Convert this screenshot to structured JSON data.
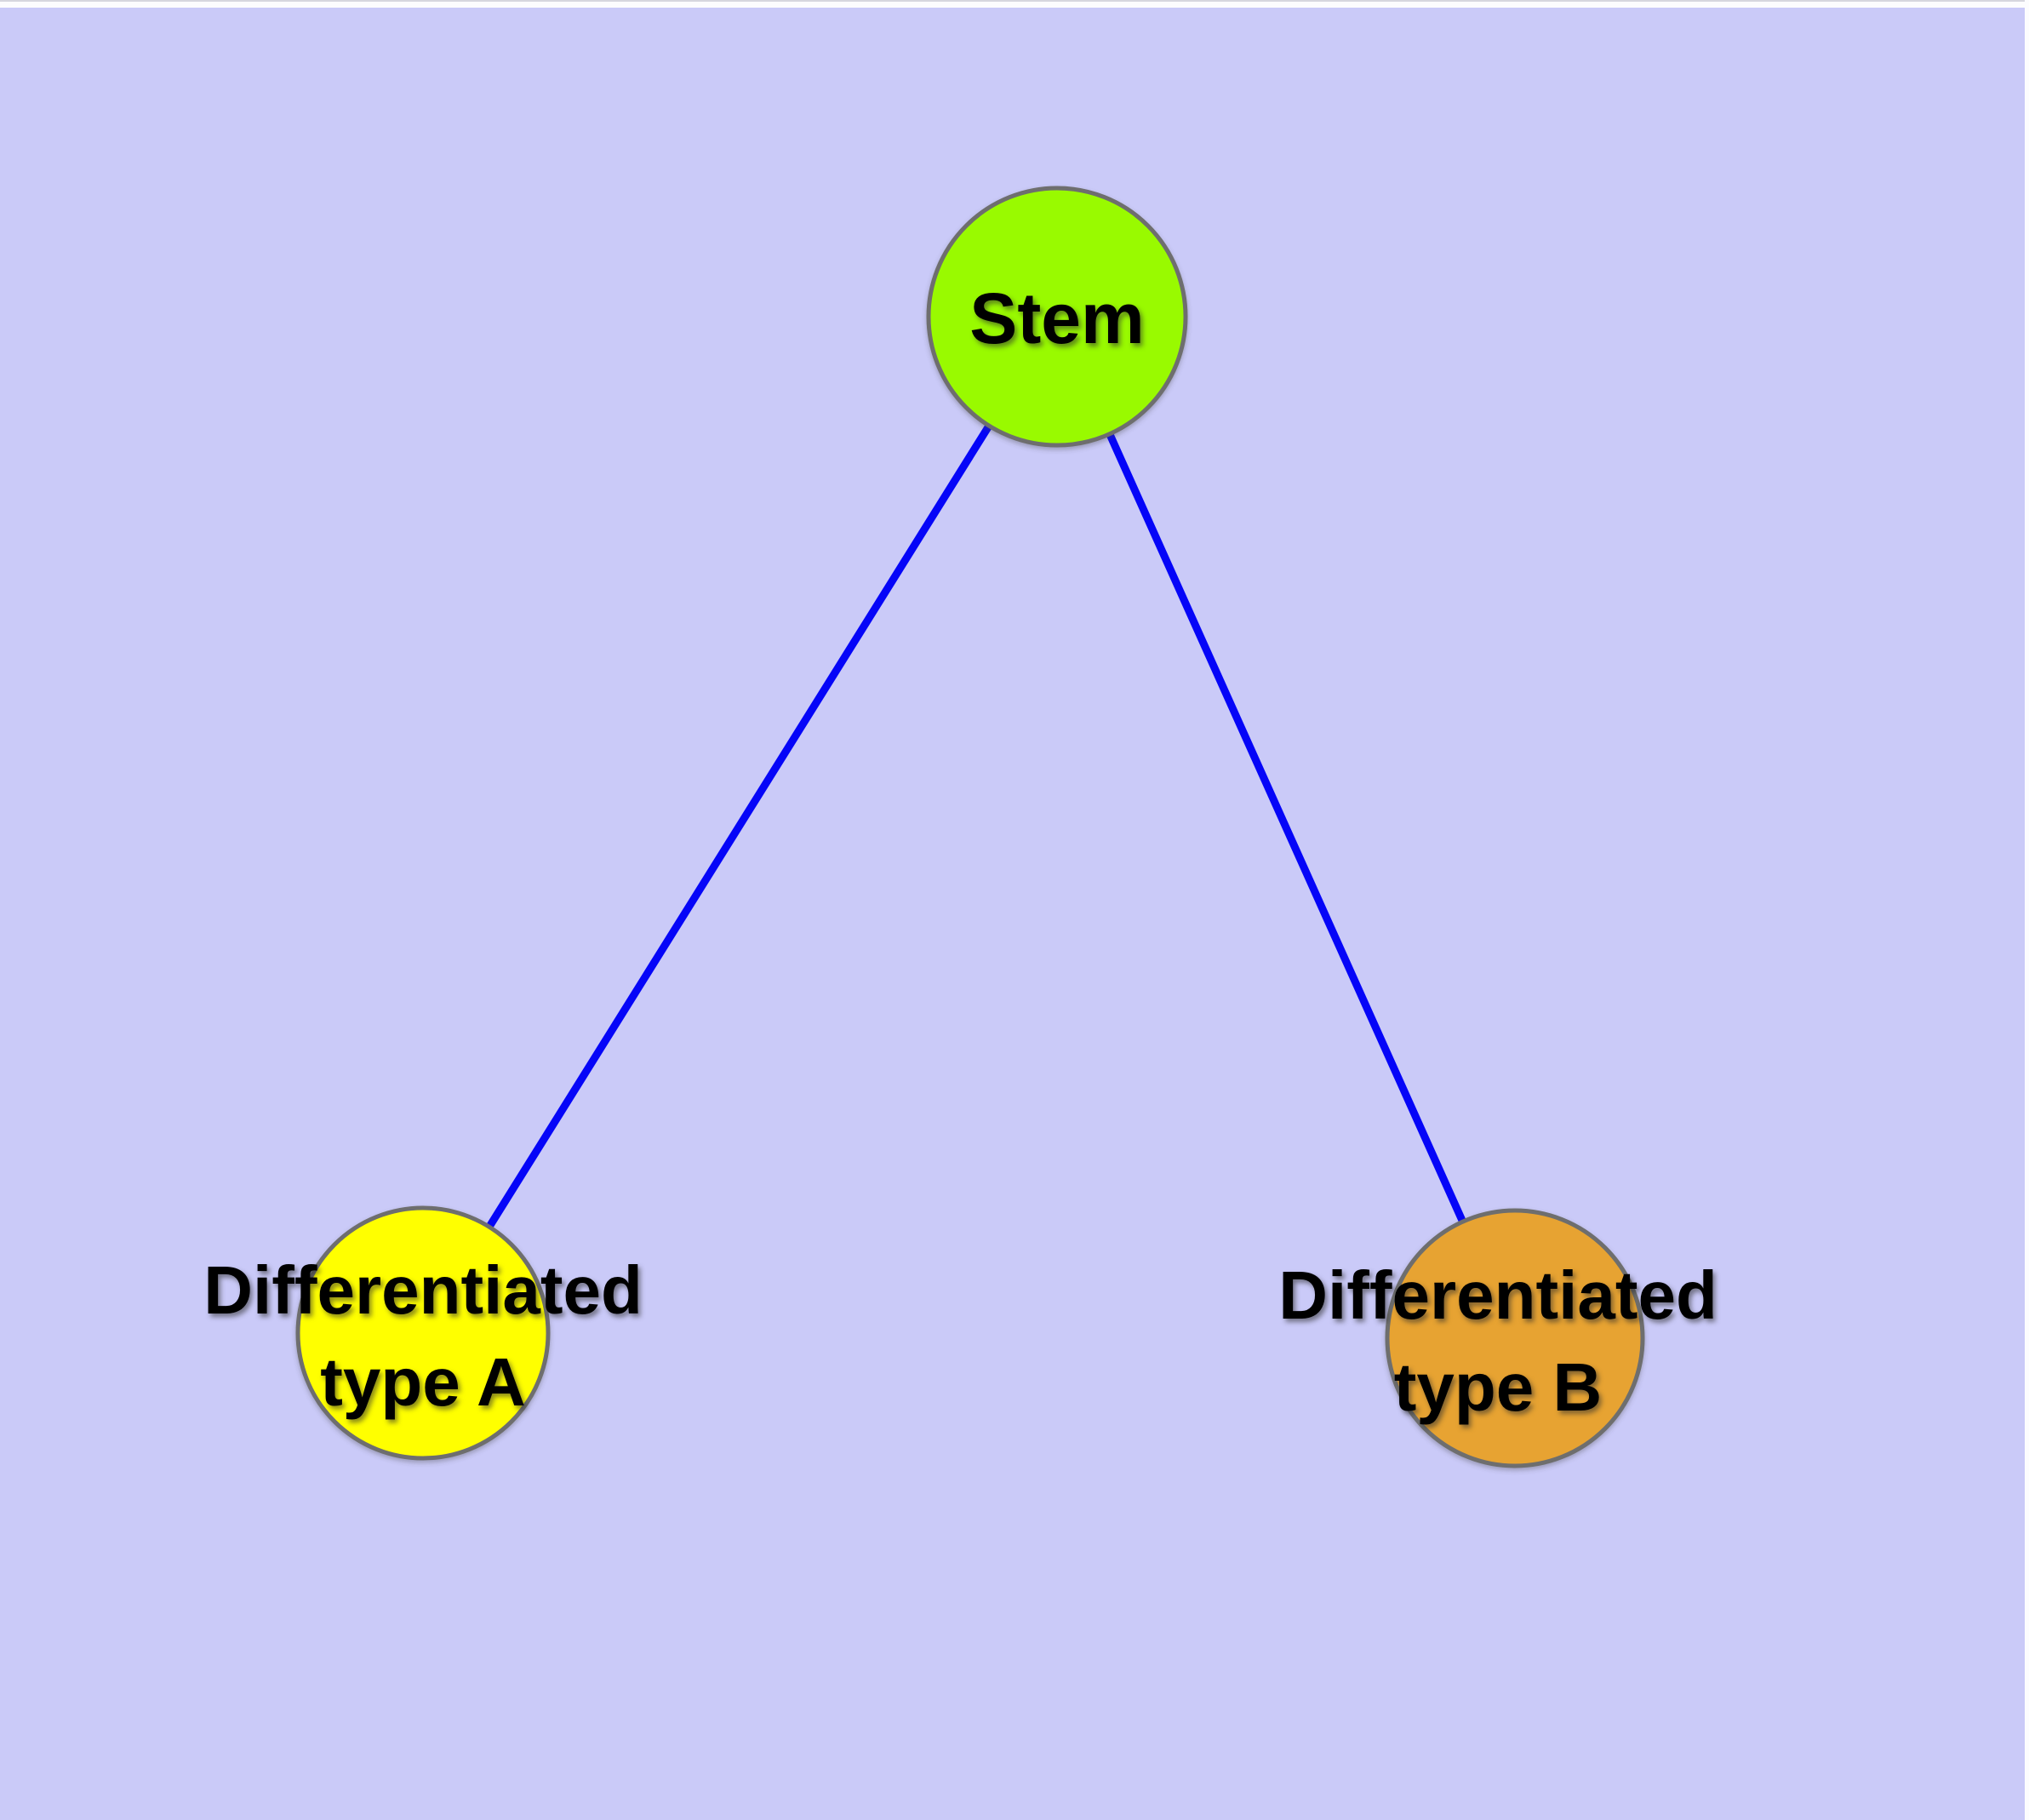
{
  "diagram": {
    "type": "graph",
    "background_color": "#CACAF8",
    "edge_color": "#0505F8",
    "node_border_color": "#6E6E6E",
    "label_color": "#000000",
    "nodes": [
      {
        "id": "stem",
        "label": "Stem",
        "label_lines": [
          "Stem"
        ],
        "fill": "#99FA00"
      },
      {
        "id": "differentiated-type-a",
        "label": "Differentiated type A",
        "label_lines": [
          "Differentiated",
          "type A"
        ],
        "fill": "#FFFF00"
      },
      {
        "id": "differentiated-type-b",
        "label": "Differentiated type B",
        "label_lines": [
          "Differentiated",
          "type B"
        ],
        "fill": "#E7A330"
      }
    ],
    "edges": [
      {
        "from": "Stem",
        "to": "Differentiated type A"
      },
      {
        "from": "Stem",
        "to": "Differentiated type B"
      }
    ]
  }
}
